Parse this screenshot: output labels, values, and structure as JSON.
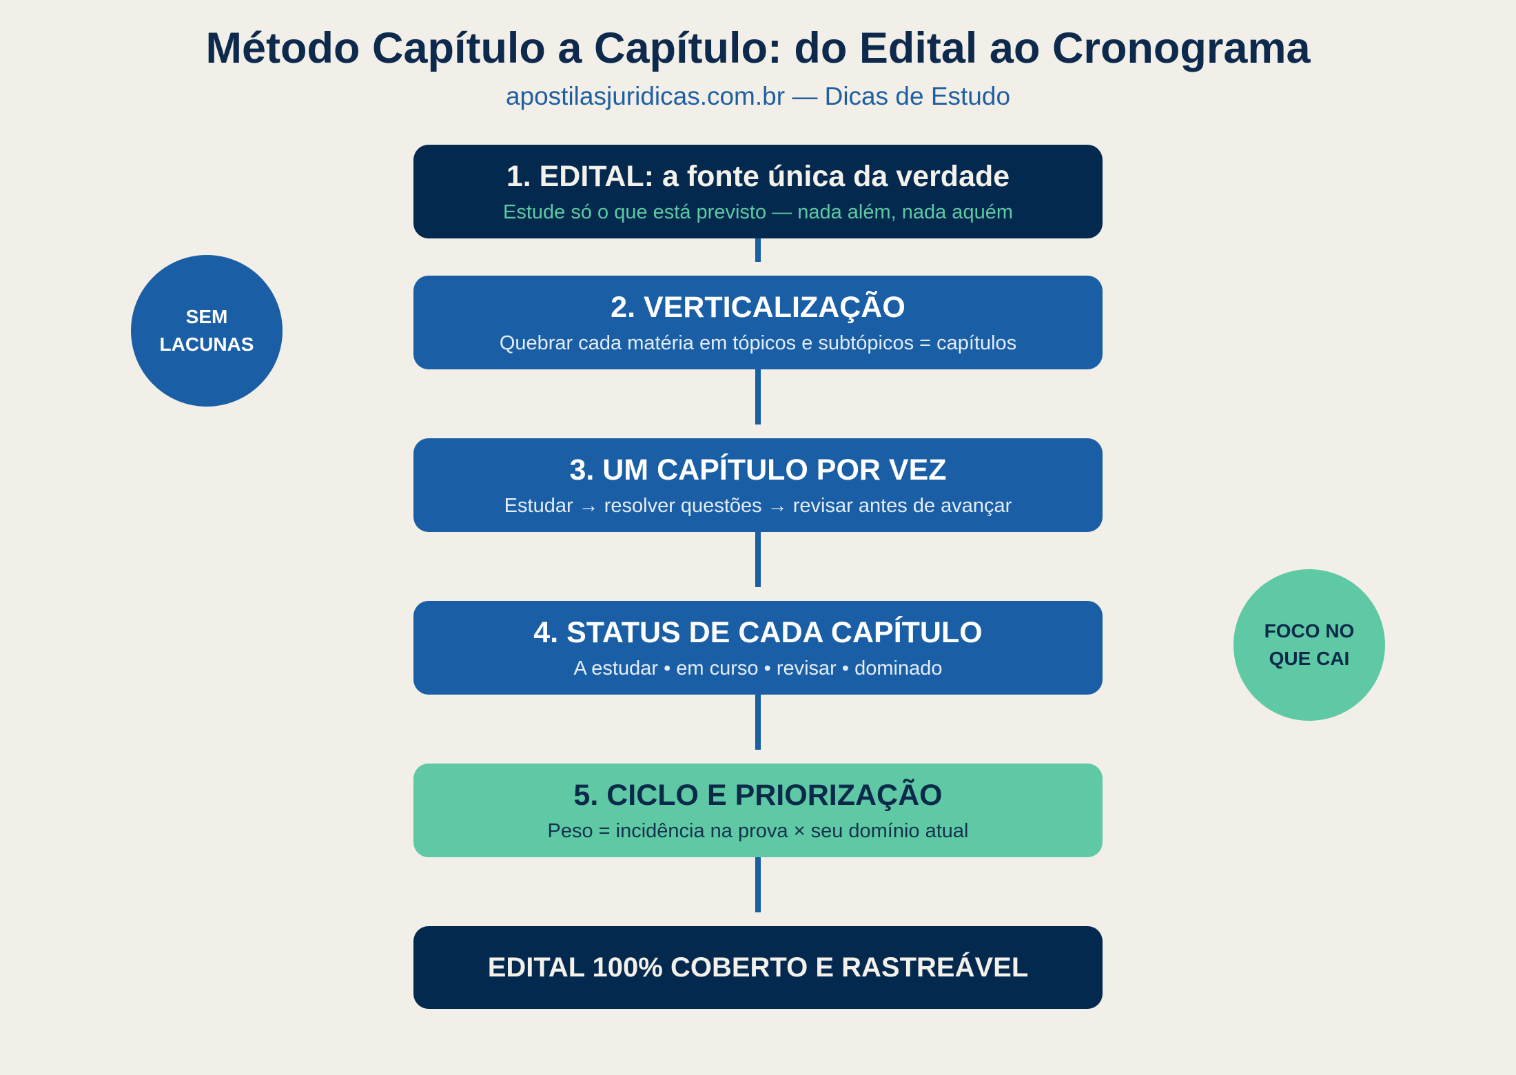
{
  "header": {
    "title": "Método Capítulo a Capítulo: do Edital ao Cronograma",
    "subtitle": "apostilasjuridicas.com.br — Dicas de Estudo"
  },
  "steps": [
    {
      "title": "1. EDITAL: a fonte única da verdade",
      "subtitle": "Estude só o que está previsto — nada além, nada aquém"
    },
    {
      "title": "2. VERTICALIZAÇÃO",
      "subtitle": "Quebrar cada matéria em tópicos e subtópicos = capítulos"
    },
    {
      "title": "3. UM CAPÍTULO POR VEZ",
      "subtitle": "Estudar → resolver questões → revisar antes de avançar"
    },
    {
      "title": "4. STATUS DE CADA CAPÍTULO",
      "subtitle": "A estudar • em curso • revisar • dominado"
    },
    {
      "title": "5. CICLO E PRIORIZAÇÃO",
      "subtitle": "Peso = incidência na prova × seu domínio atual"
    }
  ],
  "result": {
    "title": "EDITAL 100% COBERTO E RASTREÁVEL"
  },
  "badges": {
    "left": "SEM LACUNAS",
    "right": "FOCO NO QUE CAI"
  },
  "colors": {
    "background": "#f2efe9",
    "navy": "#03294f",
    "blue": "#1a5fa6",
    "green": "#5ec9a4",
    "title": "#0d2a4d"
  }
}
